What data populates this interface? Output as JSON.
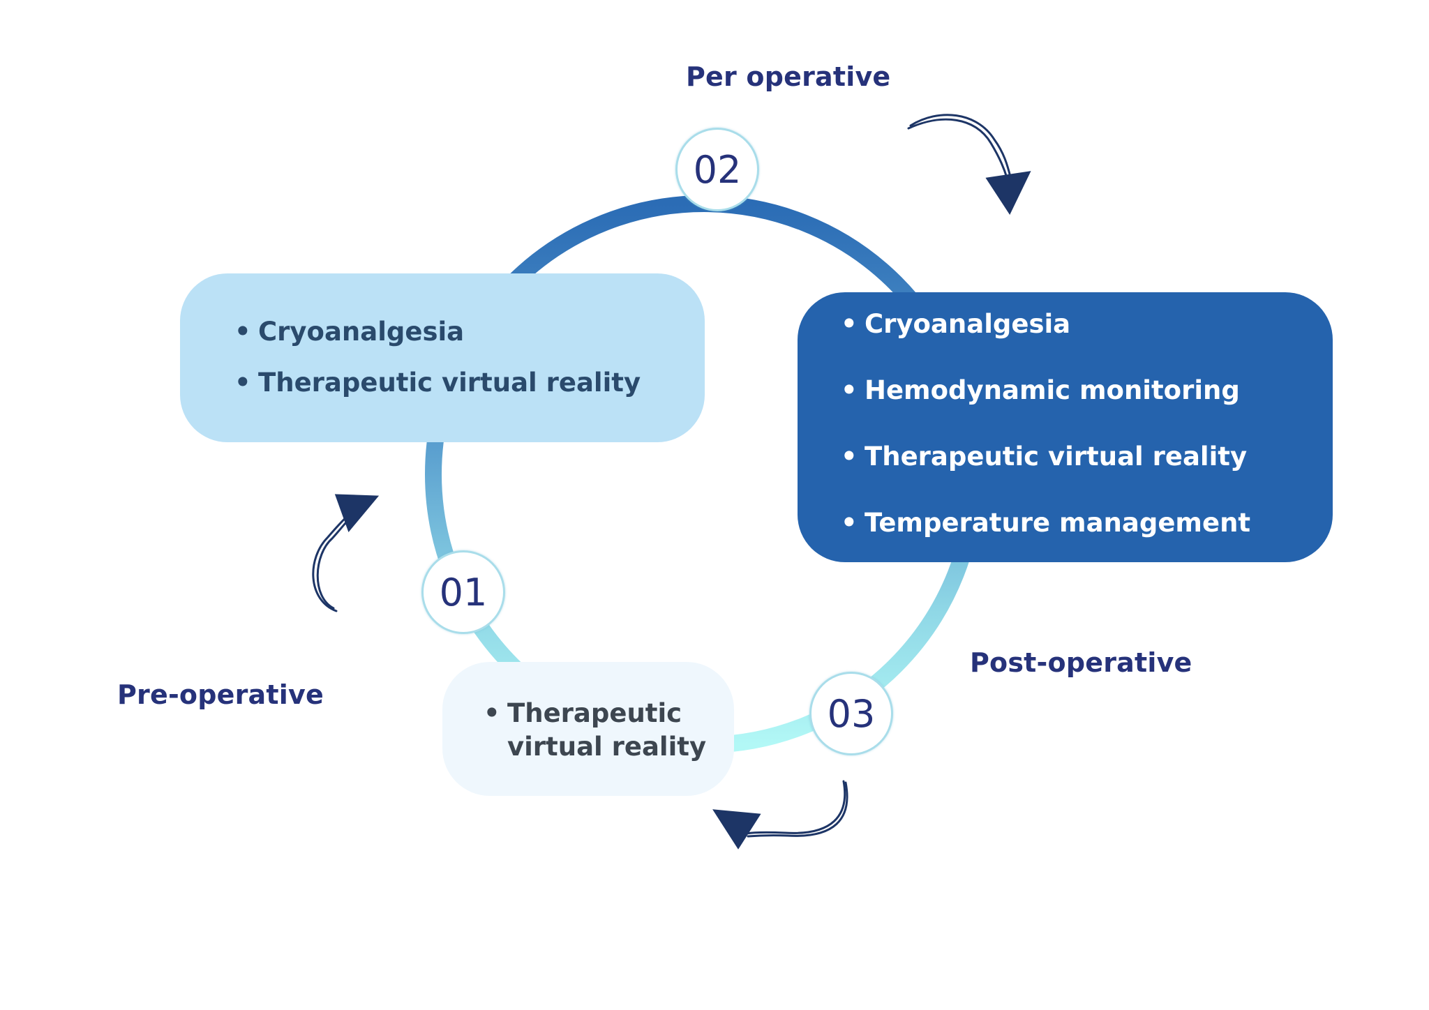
{
  "colors": {
    "ring_top": "#2b6cb5",
    "ring_left": "#7cbcd9",
    "ring_bottom": "#b2f5f5",
    "label": "#26327a",
    "arrow": "#1d3566"
  },
  "steps": [
    {
      "number": "01",
      "label": "Pre-operative",
      "items": [
        "Cryoanalgesia",
        "Therapeutic virtual reality"
      ]
    },
    {
      "number": "02",
      "label": "Per operative",
      "items": [
        "Cryoanalgesia",
        "Hemodynamic monitoring",
        "Therapeutic virtual reality",
        "Temperature management"
      ]
    },
    {
      "number": "03",
      "label": "Post-operative",
      "items": [
        "Therapeutic virtual reality"
      ]
    }
  ],
  "bullet": "•"
}
